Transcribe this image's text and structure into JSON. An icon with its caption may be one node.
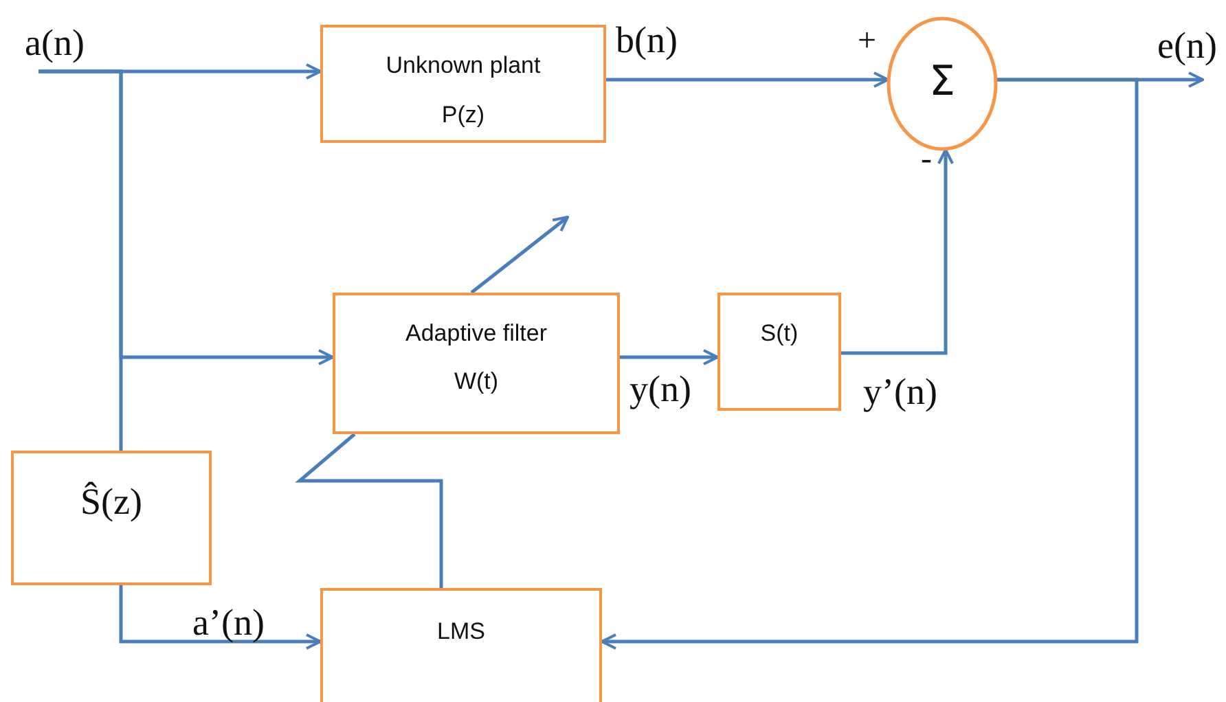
{
  "diagram": {
    "nodes": [
      {
        "text": [
          "a(n)"
        ]
      },
      {
        "text": [
          "Unknown plant",
          "P(z)"
        ]
      },
      {
        "text": [
          "Σ"
        ]
      },
      {
        "text": [
          "e(n)"
        ]
      },
      {
        "text": [
          "Adaptive filter",
          "W(t)"
        ]
      },
      {
        "text": [
          "S(t)"
        ]
      },
      {
        "text": [
          "Ŝ(z)"
        ]
      },
      {
        "text": [
          "LMS"
        ]
      }
    ],
    "edges": [
      {
        "from": 0,
        "to": 1,
        "arrow": "to"
      },
      {
        "from": 0,
        "to": 4,
        "arrow": "to"
      },
      {
        "from": 0,
        "to": 6,
        "arrow": "none"
      },
      {
        "from": 1,
        "to": 2,
        "arrow": "to",
        "label": "b(n)"
      },
      {
        "from": 2,
        "to": 3,
        "arrow": "to"
      },
      {
        "from": 4,
        "to": 5,
        "arrow": "to",
        "label": "y(n)"
      },
      {
        "from": 5,
        "to": 2,
        "arrow": "to",
        "label": "y’(n)"
      },
      {
        "from": 2,
        "to": 7,
        "arrow": "to"
      },
      {
        "from": 6,
        "to": 7,
        "arrow": "to",
        "label": "a’(n)"
      },
      {
        "from": 7,
        "to": 4,
        "arrow": "none"
      },
      {
        "from": 4,
        "to": null,
        "arrow": "to"
      }
    ],
    "labels": [
      "+",
      "-"
    ]
  }
}
